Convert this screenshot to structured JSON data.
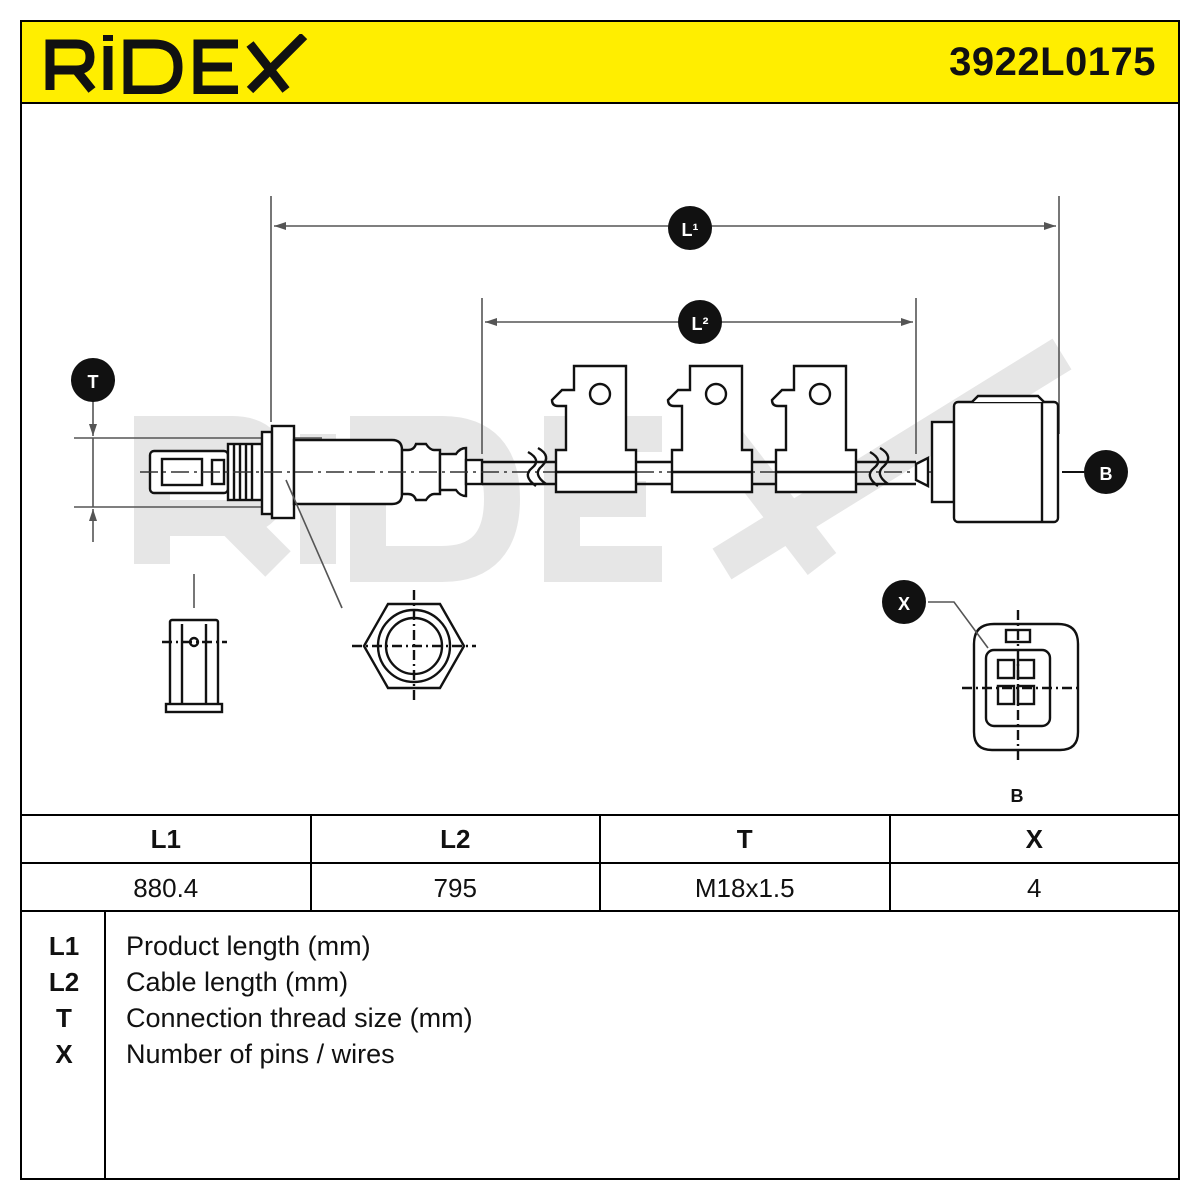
{
  "header": {
    "brand": "RIDEX",
    "part_number": "3922L0175"
  },
  "drawing": {
    "watermark": "RIDEX",
    "callouts": {
      "l1": "L¹",
      "l2": "L²",
      "t": "T",
      "b": "B",
      "x": "X"
    },
    "connector_caption": "B"
  },
  "spec_table": {
    "headers": [
      "L1",
      "L2",
      "T",
      "X"
    ],
    "values": [
      "880.4",
      "795",
      "M18x1.5",
      "4"
    ]
  },
  "legend": [
    {
      "key": "L1",
      "description": "Product length (mm)"
    },
    {
      "key": "L2",
      "description": "Cable length (mm)"
    },
    {
      "key": "T",
      "description": "Connection thread size (mm)"
    },
    {
      "key": "X",
      "description": "Number of pins / wires"
    }
  ],
  "colors": {
    "header_bg": "#ffee00",
    "watermark": "#e6e6e6",
    "line": "#111111"
  }
}
